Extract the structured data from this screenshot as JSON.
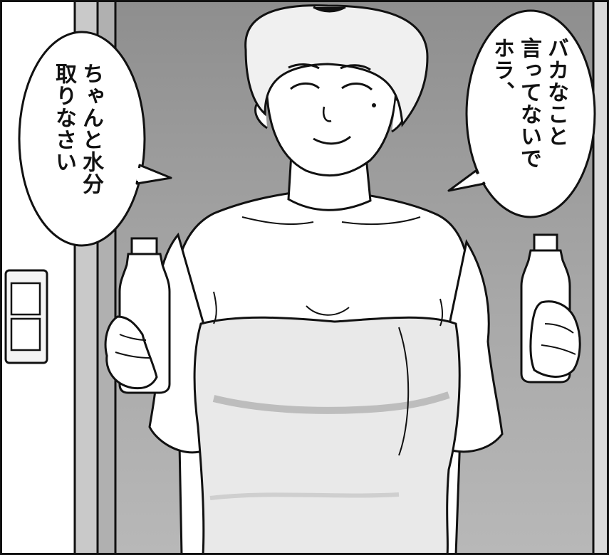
{
  "panel": {
    "colors": {
      "background": "#ffffff",
      "wall": "#9a9a9a",
      "door_frame": "#c8c8c8",
      "skin": "#ffffff",
      "towel": "#e8e8e8",
      "ink": "#111111"
    }
  },
  "speech": {
    "left": {
      "lines": [
        "ちゃんと水分",
        "取りなさい"
      ]
    },
    "right": {
      "lines": [
        "バカなこと",
        "言ってないで",
        "ホラ、"
      ]
    }
  }
}
